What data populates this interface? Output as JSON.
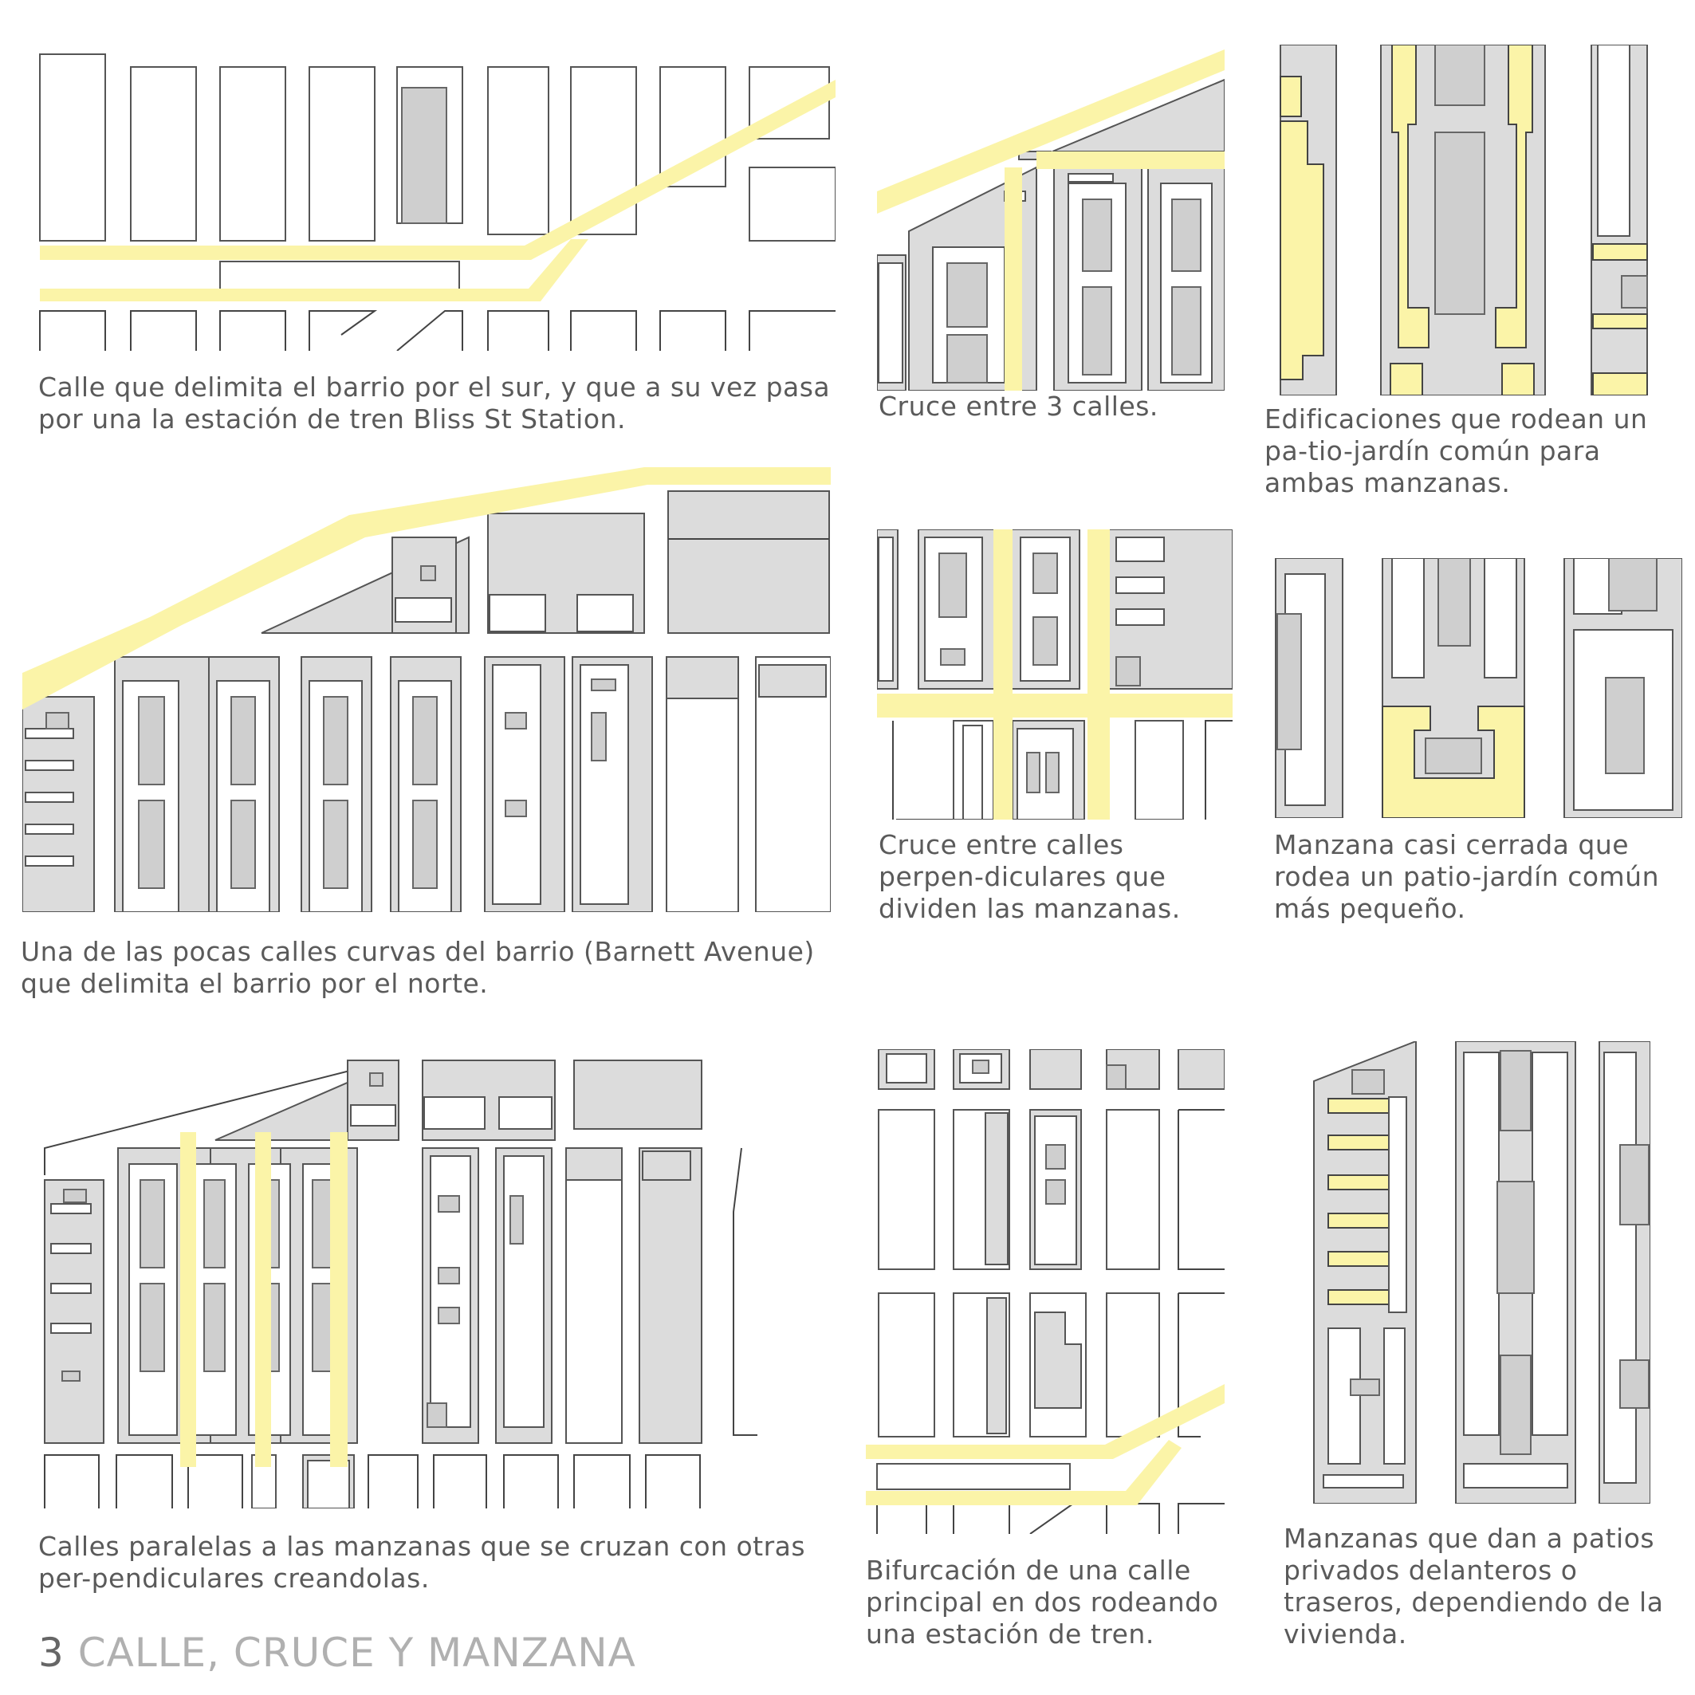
{
  "captions": {
    "c1": "Calle que delimita el barrio por el sur, y que a su vez pasa por una la estación de tren Bliss St Station.",
    "c2": "Cruce entre 3 calles.",
    "c3": "Edificaciones que rodean un pa-tio-jardín común para ambas manzanas.",
    "c4": "Una de las pocas calles curvas del barrio (Barnett Avenue) que delimita el barrio por el norte.",
    "c5": "Cruce entre calles perpen-diculares que dividen las manzanas.",
    "c6": "Manzana casi cerrada que rodea un patio-jardín común más pequeño.",
    "c7": "Calles paralelas a las manzanas que se cruzan con otras per-pendiculares creandolas.",
    "c8": "Bifurcación de una calle principal en dos rodeando una estación de tren.",
    "c9": "Manzanas que dan a patios privados delanteros o traseros, dependiendo de la vivienda."
  },
  "footer": {
    "number": "3",
    "title": "CALLE, CRUCE Y MANZANA"
  },
  "colors": {
    "street_highlight": "#fbf4a8",
    "block_fill": "#dcdcdc",
    "outline": "#444444",
    "text": "#5a5a5a"
  }
}
